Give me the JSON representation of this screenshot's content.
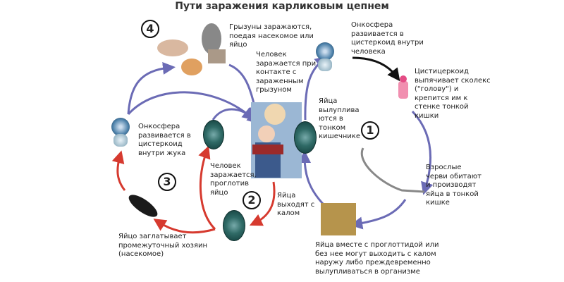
{
  "title": "Пути заражения карликовым цепнем",
  "numbers": [
    "1",
    "2",
    "3",
    "4"
  ],
  "labels": {
    "rodents": "Грызуны заражаются,\nпоедая насекомое или\nяйцо",
    "human_contact": "Человек\nзаражается при\nконтакте с\nзараженным\nгрызуном",
    "oncosphere_human": "Онкосфера\nразвивается в\nцистеркоид внутри\nчеловека",
    "cysticercoid": "Цистицеркоид\nвыпячивает сколекс\n(\"голову\") и\nкрепится им к\nстенке тонкой\nкишки",
    "eggs_hatch": "Яйца\nвылуплива\nются в\nтонком\nкишечнике",
    "adult_worms": "Взрослые\nчерви обитают\nи производят\nяйца в тонкой\nкишке",
    "proglottid": "Яйца вместе с проглоттидой или\nбез нее могут выходить с калом\nнаружу либо преждевременно\nвылупливаться в организме",
    "eggs_exit": "Яйца\nвыходят с\nкалом",
    "human_swallow": "Человек\nзаражается,\nпроглотив\nяйцо",
    "oncosphere_beetle": "Онкосфера\nразвивается в\nцистеркоид\nвнутри жука",
    "intermediate_host": "Яйцо заглатывает\nпромежуточный хозяин\n(насекомое)"
  },
  "colors": {
    "blue_arrow": "#6b6bb5",
    "red_arrow": "#d63a2f",
    "black_arrow": "#111111"
  }
}
